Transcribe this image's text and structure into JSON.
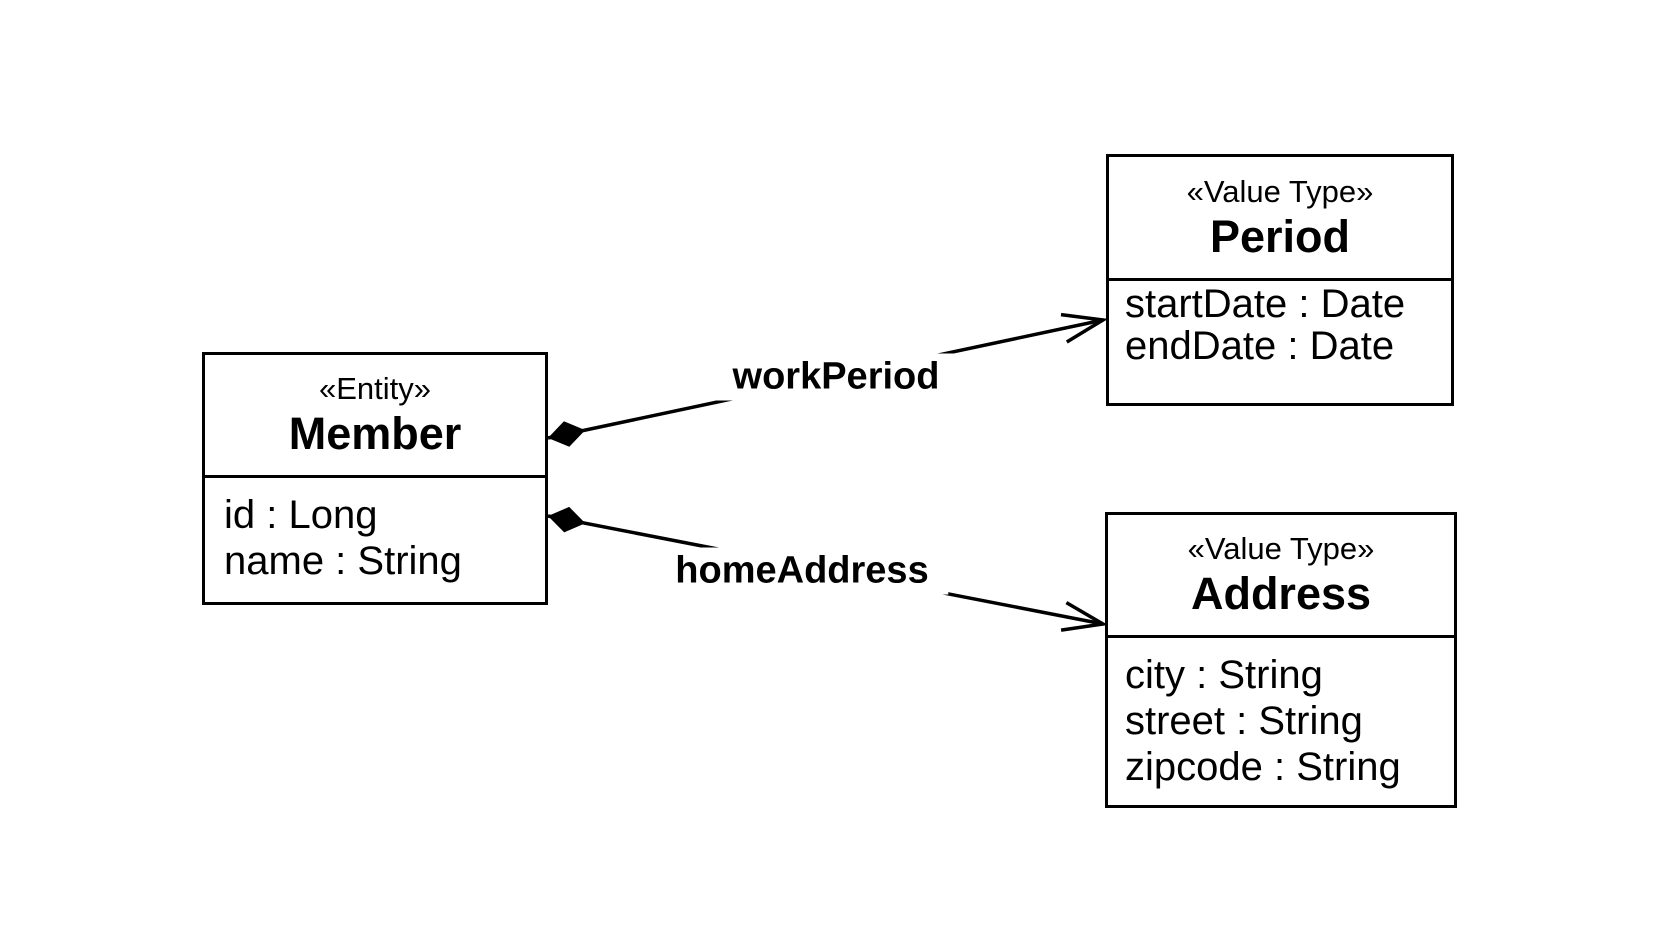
{
  "diagram": {
    "background": "#ffffff",
    "stroke_color": "#000000",
    "classes": [
      {
        "stereotype": "«Entity»",
        "name": "Member",
        "attributes": [
          "id : Long",
          "name : String"
        ]
      },
      {
        "stereotype": "«Value Type»",
        "name": "Period",
        "attributes": [
          "startDate : Date",
          "endDate : Date"
        ]
      },
      {
        "stereotype": "«Value Type»",
        "name": "Address",
        "attributes": [
          "city : String",
          "street : String",
          "zipcode : String"
        ]
      }
    ],
    "associations": [
      {
        "label": "workPeriod",
        "from": "Member",
        "to": "Period",
        "kind": "composition",
        "source_end": "filled-diamond",
        "target_end": "open-arrow"
      },
      {
        "label": "homeAddress",
        "from": "Member",
        "to": "Address",
        "kind": "composition",
        "source_end": "filled-diamond",
        "target_end": "open-arrow"
      }
    ]
  }
}
